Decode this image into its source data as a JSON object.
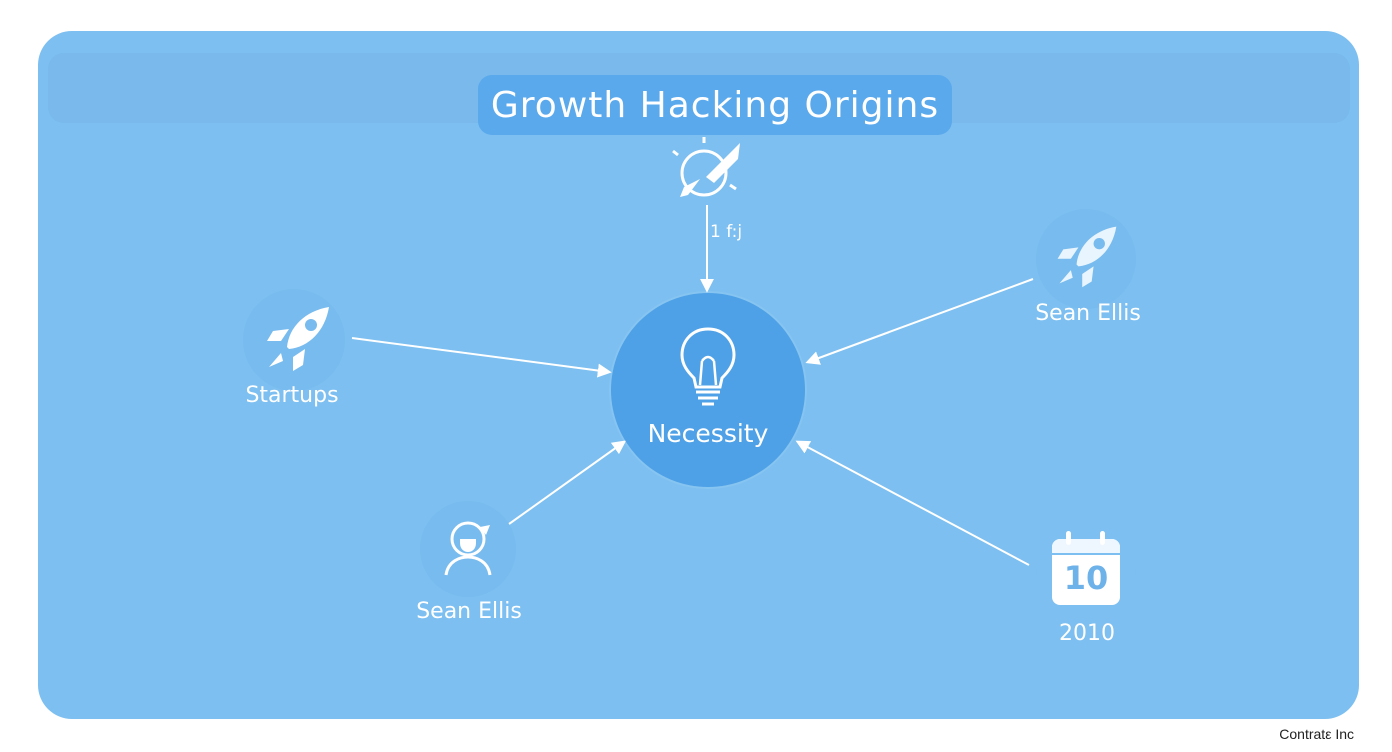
{
  "title": "Growth Hacking Origins",
  "hub": {
    "label": "Necessity",
    "icon": "lightbulb-icon"
  },
  "nodes": [
    {
      "id": "top",
      "label": "",
      "icon": "rocket-launch-icon"
    },
    {
      "id": "startups",
      "label": "Startups",
      "icon": "rocket-icon"
    },
    {
      "id": "sean-ellis-right",
      "label": "Sean Ellis",
      "icon": "rocket-icon"
    },
    {
      "id": "sean-ellis-left",
      "label": "Sean Ellis",
      "icon": "person-icon"
    },
    {
      "id": "year",
      "label": "2010",
      "icon": "calendar-icon",
      "calendar_day": "10"
    }
  ],
  "edge_label": "1 f:j",
  "watermark": "Contratε Inc",
  "colors": {
    "panel": "#7cbff0",
    "title_pill": "#5aa9ec",
    "hub": "#4ea1e6",
    "text": "#ffffff"
  }
}
